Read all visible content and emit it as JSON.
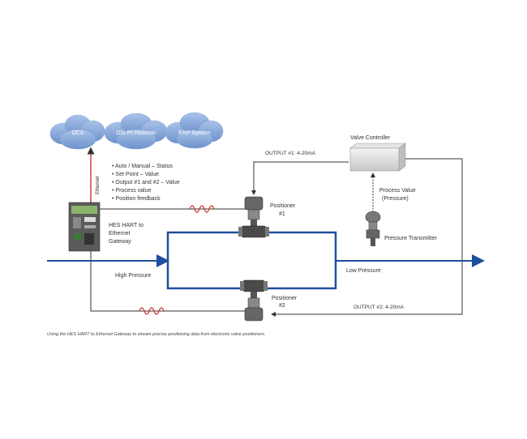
{
  "clouds": {
    "dcs": "DCS",
    "osi_pi": "OSi PI Historian",
    "erp": "ERP System"
  },
  "ethernet_label": "Ethernet",
  "gateway_lines": [
    "HES HART to",
    "Ethernet",
    "Gateway"
  ],
  "bullets": [
    "Auto / Manual – Status",
    "Set Point – Value",
    "Output #1 and #2 – Value",
    "Process value",
    "Position feedback"
  ],
  "output1_label": "OUTPUT #1: 4-20mA",
  "output2_label": "OUTPUT #2: 4-20mA",
  "valve_controller": "Valve Controller",
  "process_value_lines": [
    "Process Value",
    "(Pressure)"
  ],
  "pressure_transmitter": "Pressure Transmitter",
  "positioner1_lines": [
    "Positioner",
    "#1"
  ],
  "positioner2_lines": [
    "Positioner",
    "#2"
  ],
  "high_pressure": "High Pressure",
  "low_pressure": "Low Pressure",
  "caption": "Using the HES HART to Ethernet Gateway to stream precise positioning data from electronic valve positioners.",
  "colors": {
    "cloud": "#7aa0d8",
    "pipe": "#1f4e9c",
    "hart_wave": "#d0332b",
    "ethernet": "#d04040",
    "wire": "#333333"
  }
}
